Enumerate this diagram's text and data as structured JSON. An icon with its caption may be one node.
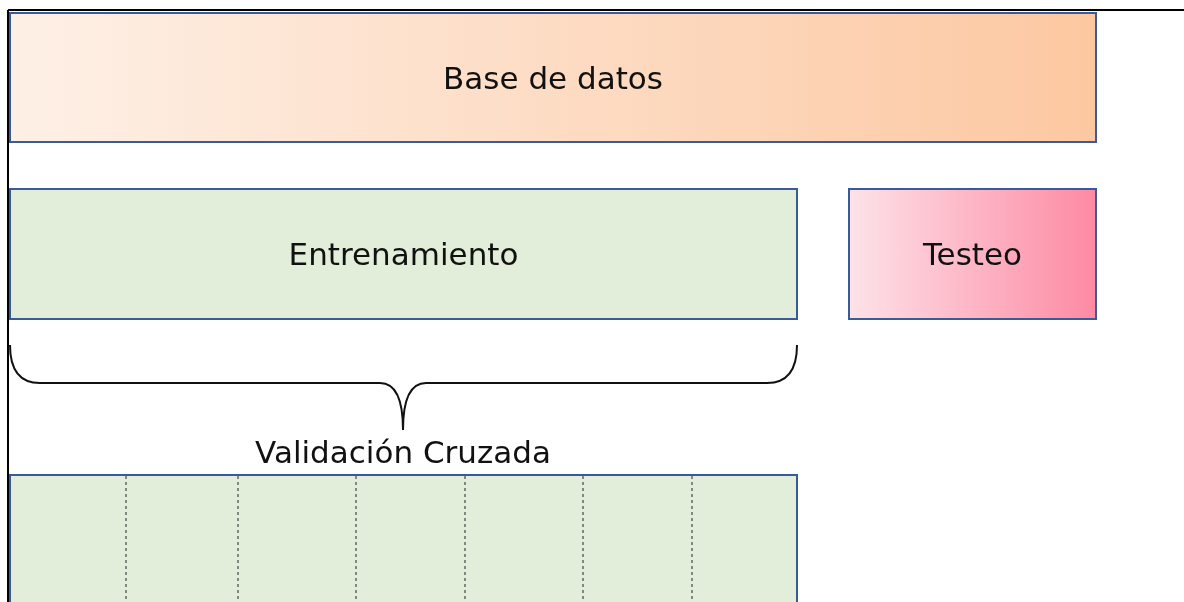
{
  "diagram": {
    "nodes": [
      {
        "text": [
          "Base de datos"
        ]
      },
      {
        "text": [
          "Entrenamiento"
        ]
      },
      {
        "text": [
          "Testeo"
        ]
      },
      {
        "text": [],
        "shape": "box"
      }
    ],
    "labels": [
      "Validación Cruzada"
    ]
  }
}
